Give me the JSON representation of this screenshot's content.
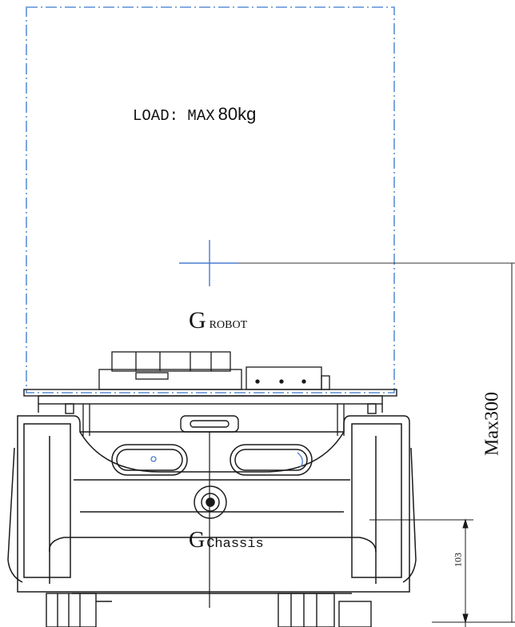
{
  "labels": {
    "load_prefix": "LOAD: MAX",
    "load_value": "80kg",
    "g_letter": "G",
    "robot_subscript": "ROBOT",
    "chassis_subscript": "Chassis",
    "max_height": "Max300",
    "chassis_height": "103"
  },
  "colors": {
    "load_envelope": "#5b8fd6",
    "center_of_gravity_marker": "#4a7bd0",
    "outline": "#1a1a1a"
  }
}
